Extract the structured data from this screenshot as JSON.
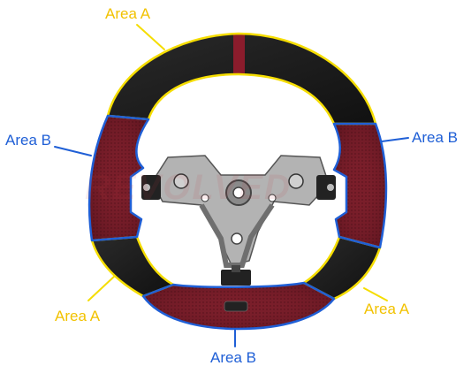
{
  "labels": {
    "area_a_top": "Area A",
    "area_b_left": "Area B",
    "area_b_right": "Area B",
    "area_a_bottom_left": "Area A",
    "area_a_bottom_right": "Area A",
    "area_b_bottom": "Area B"
  },
  "colors": {
    "area_a_outline": "#f5dd00",
    "area_b_outline": "#1f5fd6",
    "leather_black": "#1b1b1b",
    "leather_red": "#7a1e2a",
    "metal": "#a9a9a9"
  },
  "icons": [
    "steering-wheel-image",
    "brand-watermark"
  ]
}
